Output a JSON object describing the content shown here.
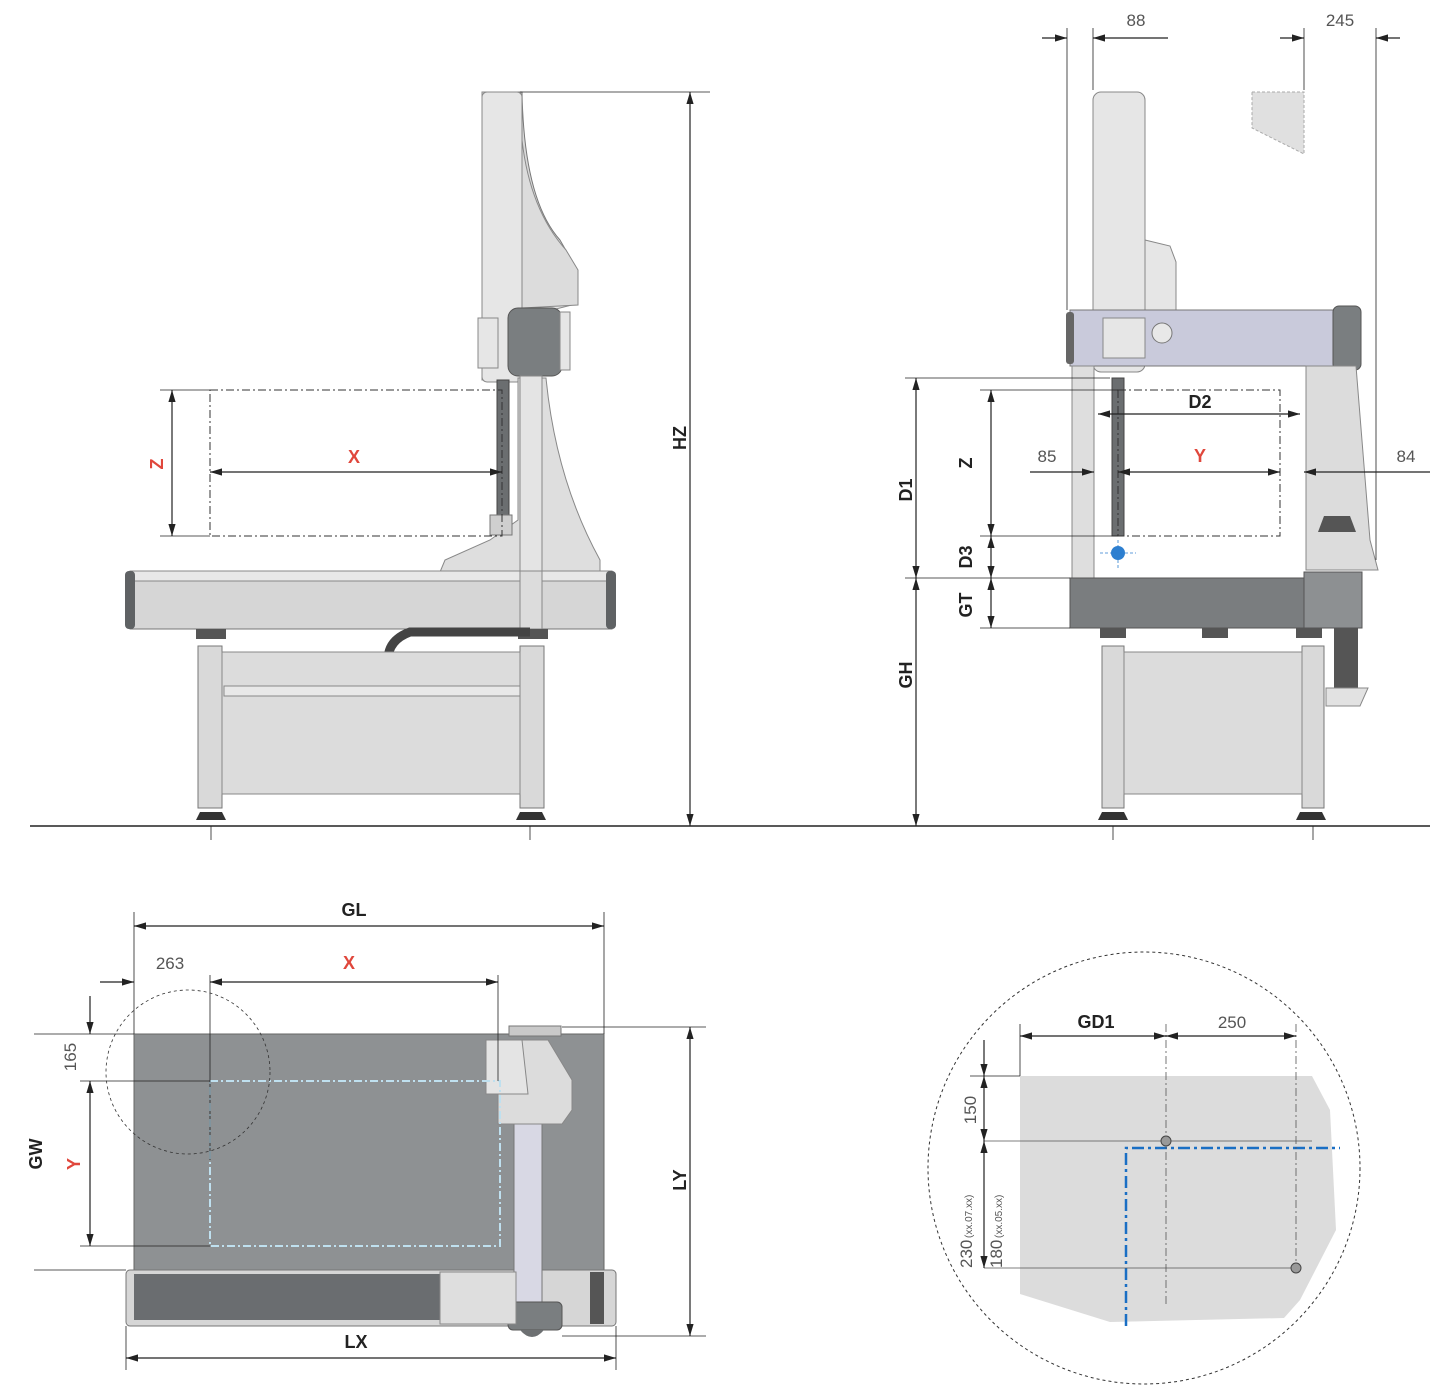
{
  "side_view": {
    "labels": {
      "z": "Z",
      "x": "X",
      "hz": "HZ"
    }
  },
  "front_view": {
    "labels": {
      "d1": "D1",
      "d2": "D2",
      "d3": "D3",
      "z": "Z",
      "y": "Y",
      "gt": "GT",
      "gh": "GH",
      "v88": "88",
      "v245": "245",
      "v85": "85",
      "v84": "84"
    }
  },
  "top_view": {
    "labels": {
      "gl": "GL",
      "x": "X",
      "v263": "263",
      "v165": "165",
      "gw": "GW",
      "y": "Y",
      "ly": "LY",
      "lx": "LX"
    }
  },
  "detail_view": {
    "labels": {
      "gd1": "GD1",
      "v250": "250",
      "v150": "150",
      "v230": "230",
      "v230_note": "(xx.07.xx)",
      "v180": "180",
      "v180_note": "(xx.05.xx)"
    }
  },
  "colors": {
    "red_label": "#e0473c",
    "blue_range": "#1a6fc4",
    "machine_grey": "#d9d9d9",
    "granite": "#8e9193"
  }
}
